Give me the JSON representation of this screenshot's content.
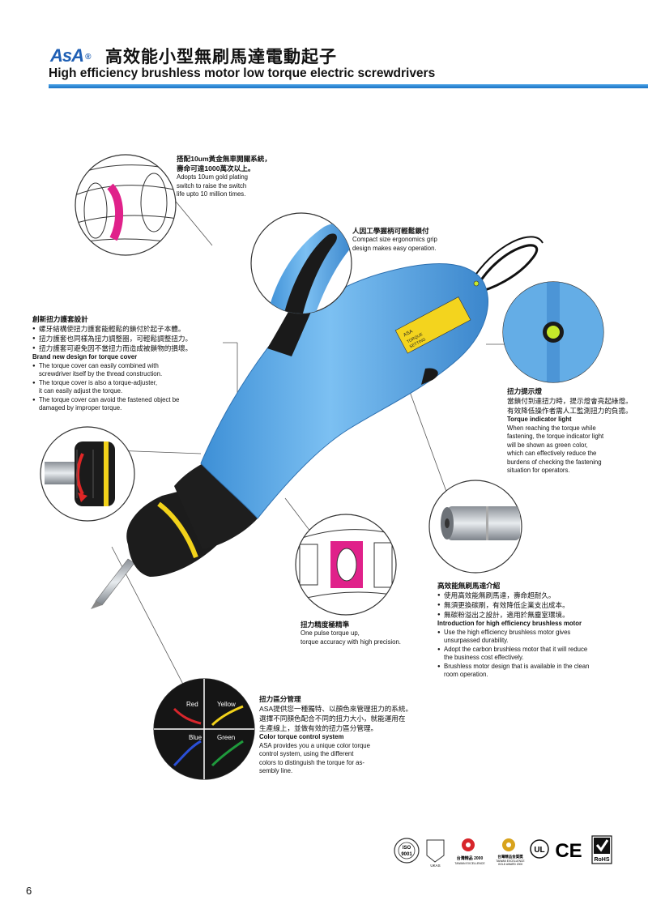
{
  "header": {
    "logo": "AsA",
    "logo_mark": "®",
    "title_cn": "高效能小型無刷馬達電動起子",
    "title_en": "High efficiency brushless motor low torque electric screwdrivers",
    "accent_color": "#1b73c4"
  },
  "callouts": {
    "switch": {
      "cn": [
        "搭配10um黃金無車開關系統，",
        "壽命可達1000萬次以上。"
      ],
      "en": [
        "Adopts 10um gold plating",
        "switch to raise the switch",
        "life upto 10 million times."
      ]
    },
    "grip": {
      "cn": "人因工學握柄可輕鬆鎖付",
      "en": [
        "Compact size ergonomics grip",
        "design makes easy operation."
      ]
    },
    "cover": {
      "cn_title": "創新扭力護套設計",
      "cn_items": [
        "螺牙結構使扭力護套能輕鬆的鎖付於起子本體。",
        "扭力護套也同樣為扭力調整圈，可輕鬆調整扭力。",
        "扭力護套可避免因不當扭力而造成被鎖物的損壞。"
      ],
      "en_title": "Brand new design for torque cover",
      "en_items": [
        [
          "The torque cover can easily combined with",
          "screwdriver itself by the thread construction."
        ],
        [
          "The torque cover is also a torque-adjuster,",
          "it can easily adjust the torque."
        ],
        [
          "The torque cover can avoid the fastened object be",
          "damaged by improper torque."
        ]
      ]
    },
    "indicator": {
      "cn_title": "扭力提示燈",
      "cn_body": [
        "當鎖付到達扭力時，提示燈會亮起綠燈。",
        "有效降低操作者需人工監測扭力的負擔。"
      ],
      "en_title": "Torque indicator light",
      "en_body": [
        "When reaching the torque while",
        "fastening, the torque indicator light",
        "will be shown as green color,",
        "which can effectively reduce the",
        "burdens of checking the fastening",
        "situation for operators."
      ]
    },
    "accuracy": {
      "cn": "扭力精度極精準",
      "en": [
        "One pulse torque up,",
        "torque accuracy with high precision."
      ]
    },
    "motor": {
      "cn_title": "高效能無刷馬達介紹",
      "cn_items": [
        "使用高效能無刷馬達，壽命超耐久。",
        "無須更換碳刷，有效降低企業支出成本。",
        "無碳粉溢出之設計，適用於無塵室環境。"
      ],
      "en_title": "Introduction for high efficiency brushless motor",
      "en_items": [
        [
          "Use the high efficiency brushless motor gives",
          "unsurpassed durability."
        ],
        [
          "Adopt the carbon brushless motor that it will reduce",
          "the business cost effectively."
        ],
        [
          "Brushless motor design that is available in the clean",
          "room operation."
        ]
      ]
    },
    "color": {
      "cn_title": "扭力區分管理",
      "cn_body": [
        "ASA提供您一種獨特、以顏色來管理扭力的系統。",
        "選擇不同顏色配合不同的扭力大小，就能運用在",
        "生產線上，並做有效的扭力區分管理。"
      ],
      "en_title": "Color torque control system",
      "en_body": [
        "ASA provides you a unique color torque",
        "control system, using the different",
        "colors to distinguish the torque for as-",
        "sembly line."
      ],
      "swatches": [
        {
          "label": "Red",
          "color": "#d8262c"
        },
        {
          "label": "Yellow",
          "color": "#f2d21a"
        },
        {
          "label": "Blue",
          "color": "#2a4fd6"
        },
        {
          "label": "Green",
          "color": "#1f9a3c"
        }
      ]
    }
  },
  "product_label": [
    "ASA",
    "TORQUE",
    "SETTING"
  ],
  "certifications": {
    "iso": [
      "ISO",
      "9001"
    ],
    "ukas": "UKAS",
    "award1": [
      "台灣精品 2000",
      "TAIWAN EXCELLENCE"
    ],
    "award2": [
      "台灣精品金質獎",
      "TAIWAN EXCELLENCE",
      "GOLD AWARD 2000"
    ],
    "ul": "UL",
    "ce": "CE",
    "rohs": "RoHS"
  },
  "page_number": "6",
  "colors": {
    "body_blue": "#5aa9e6",
    "grip_black": "#1a1a1a",
    "indicator_green": "#c6e82a",
    "magenta": "#e0218a"
  }
}
